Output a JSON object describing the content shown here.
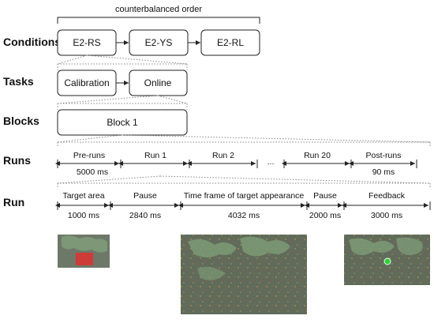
{
  "top_label": "counterbalanced order",
  "row_labels": {
    "conditions": "Conditions",
    "tasks": "Tasks",
    "blocks": "Blocks",
    "runs": "Runs",
    "run": "Run"
  },
  "conditions": [
    "E2-RS",
    "E2-YS",
    "E2-RL"
  ],
  "tasks": [
    "Calibration",
    "Online"
  ],
  "blocks": [
    "Block 1"
  ],
  "runs": {
    "segments": [
      "Pre-runs",
      "Run 1",
      "Run 2",
      "...",
      "Run 20",
      "Post-runs"
    ],
    "durations": {
      "pre": "5000 ms",
      "post": "90 ms"
    }
  },
  "run": {
    "segments": [
      "Target area",
      "Pause",
      "Time frame of target appearance",
      "Pause",
      "Feedback"
    ],
    "durations": [
      "1000 ms",
      "2840 ms",
      "4032 ms",
      "2000 ms",
      "3000 ms"
    ]
  },
  "colors": {
    "stroke": "#222222",
    "dotted": "#888888",
    "map_base": "#5f6b56",
    "target_red": "#e03030",
    "marker_green": "#2fcf3a"
  }
}
